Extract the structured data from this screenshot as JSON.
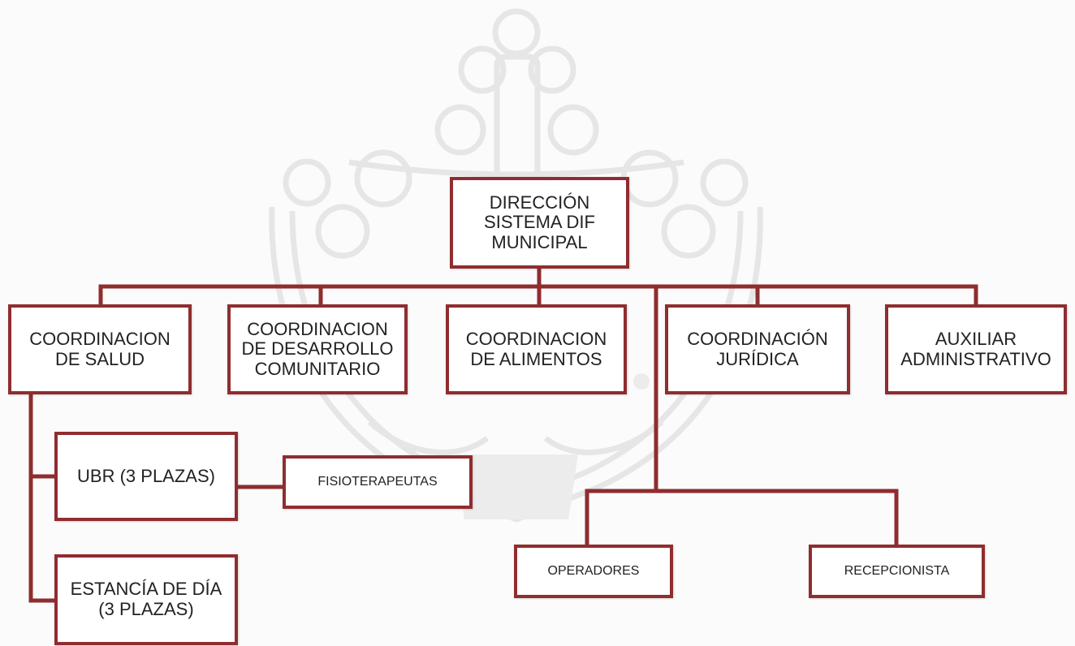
{
  "colors": {
    "border": "#8f2d2f",
    "connector": "#8f2d2f",
    "text": "#222222",
    "box_fill": "#ffffff",
    "background": "#fbfbfb",
    "watermark": "#e4e4e4"
  },
  "watermark": {
    "icon": "municipal-coat-of-arms-watermark"
  },
  "org_chart": {
    "direccion": "DIRECCIÓN\nSISTEMA DIF\nMUNICIPAL",
    "salud": "COORDINACION\nDE SALUD",
    "desarrollo": "COORDINACION\nDE DESARROLLO\nCOMUNITARIO",
    "alimentos": "COORDINACION\nDE ALIMENTOS",
    "juridica": "COORDINACIÓN\nJURÍDICA",
    "auxiliar": "AUXILIAR\nADMINISTRATIVO",
    "ubr": "UBR (3 PLAZAS)",
    "estancia": "ESTANCÍA DE DÍA\n(3 PLAZAS)",
    "fisioterapeutas": "FISIOTERAPEUTAS",
    "operadores": "OPERADORES",
    "recepcionista": "RECEPCIONISTA"
  }
}
